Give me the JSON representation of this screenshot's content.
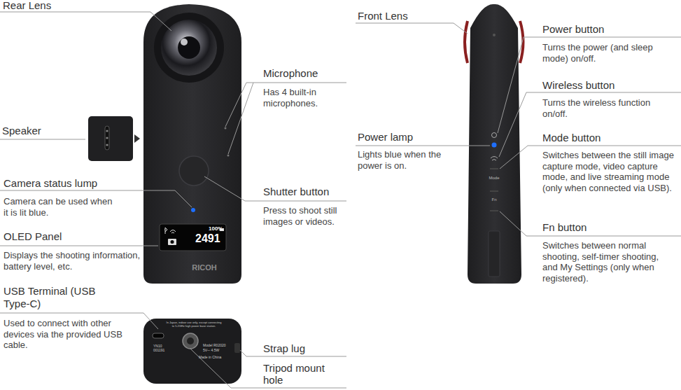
{
  "diagram": {
    "labels": [
      "Rear Lens",
      "Speaker",
      "Camera status lump",
      "Camera can be used when it is lit blue.",
      "OLED Panel",
      "Displays the shooting information, battery level, etc.",
      "USB Terminal (USB Type-C)",
      "Used to connect with other devices via the provided USB cable.",
      "Microphone",
      "Has 4 built-in microphones.",
      "Shutter button",
      "Press to shoot still images or videos.",
      "Strap lug",
      "Tripod mount hole",
      "Front Lens",
      "Power lamp",
      "Lights blue when the power is on.",
      "Power button",
      "Turns the power (and sleep mode) on/off.",
      "Wireless button",
      "Turns the wireless function on/off.",
      "Mode button",
      "Switches between the still image capture mode, video capture mode, and live streaming mode (only when connected via USB).",
      "Fn button",
      "Switches between normal shooting, self-timer shooting, and My Settings (only when registered).",
      "100%",
      "2491",
      "RICOH",
      "Mode",
      "Fn",
      "In Japan, indoor use only, except connecting to 5.2GHz high power base station.",
      "YN10",
      "001191",
      "Model R02020",
      "5V⎓ 4.5W",
      "Made in China"
    ]
  }
}
